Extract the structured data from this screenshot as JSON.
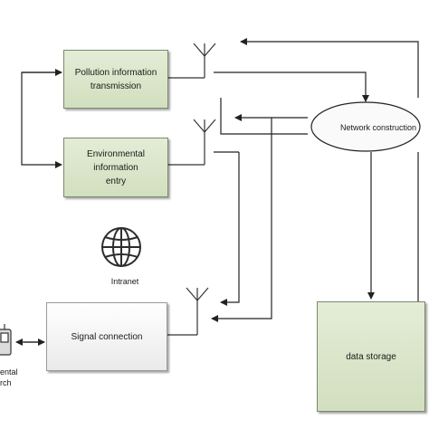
{
  "boxes": {
    "pollution": "Pollution information\ntransmission",
    "environment": "Environmental information\nentry",
    "signal": "Signal connection",
    "storage": "data storage"
  },
  "labels": {
    "network": "Network construction",
    "intranet": "Intranet",
    "rental_line1": "ental",
    "rental_line2": "rch"
  },
  "icons": [
    "antenna-icon",
    "globe-icon",
    "device-icon"
  ]
}
